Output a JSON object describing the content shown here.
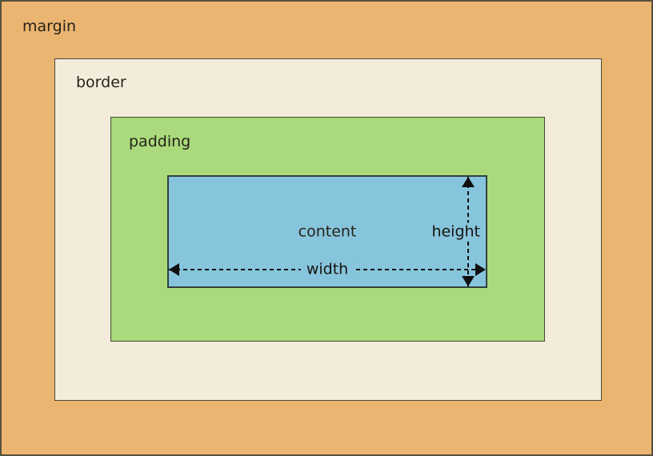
{
  "diagram": {
    "layers": [
      {
        "id": "margin",
        "label": "margin",
        "fill": "#eab571"
      },
      {
        "id": "border",
        "label": "border",
        "fill": "#f4ecdb"
      },
      {
        "id": "padding",
        "label": "padding",
        "fill": "#aada7c"
      },
      {
        "id": "content",
        "label": "content",
        "fill": "#87c5dd"
      }
    ],
    "arrows": {
      "width_label": "width",
      "height_label": "height",
      "line_color": "#101010"
    }
  }
}
